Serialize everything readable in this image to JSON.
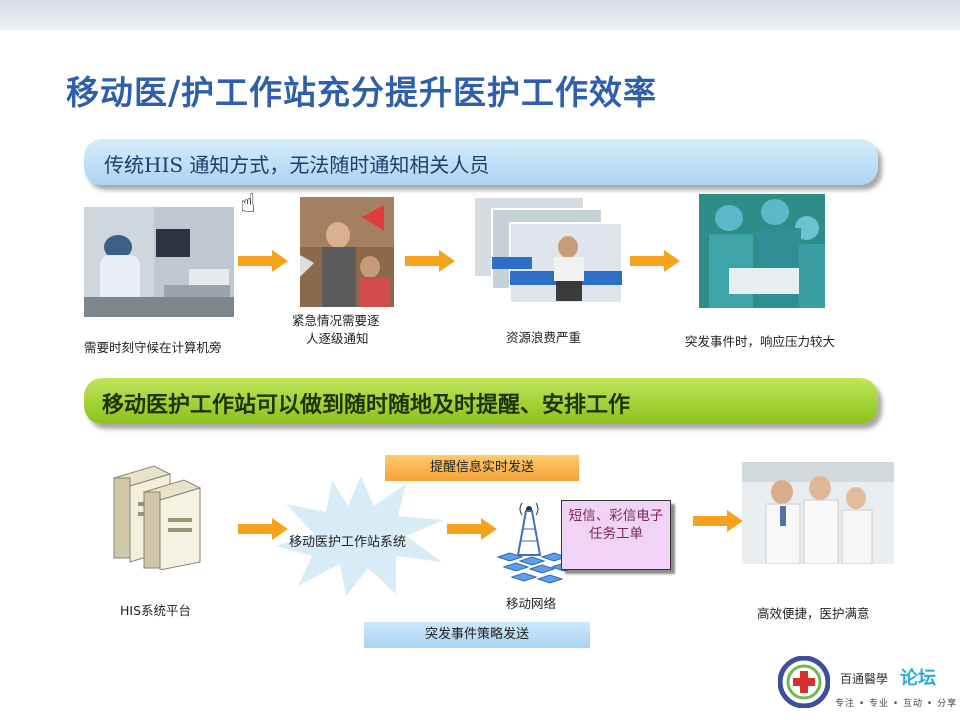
{
  "title": "移动医/护工作站充分提升医护工作效率",
  "banners": {
    "traditional": "传统HIS 通知方式，无法随时通知相关人员",
    "mobile": "移动医护工作站可以做到随时随地及时提醒、安排工作"
  },
  "row1": {
    "captions": [
      "需要时刻守候在计算机旁",
      "紧急情况需要逐",
      "人逐级通知",
      "资源浪费严重",
      "突发事件时，响应压力较大"
    ]
  },
  "row2": {
    "tag_top": "提醒信息实时发送",
    "tag_bottom": "突发事件策略发送",
    "his_label": "HIS系统平台",
    "workstation_label": "移动医护工作站系统",
    "callout": "短信、彩信电子任务工单",
    "network_label": "移动网络",
    "result_label": "高效便捷，医护满意"
  },
  "logo": {
    "name": "百通醫學",
    "forum": "论坛",
    "slogan": "专注 • 专业 • 互动 • 分享"
  },
  "colors": {
    "title": "#2f5faa",
    "arrow": "#f7a21c",
    "banner_blue": "#aad4f3",
    "banner_green": "#8cc21b"
  }
}
